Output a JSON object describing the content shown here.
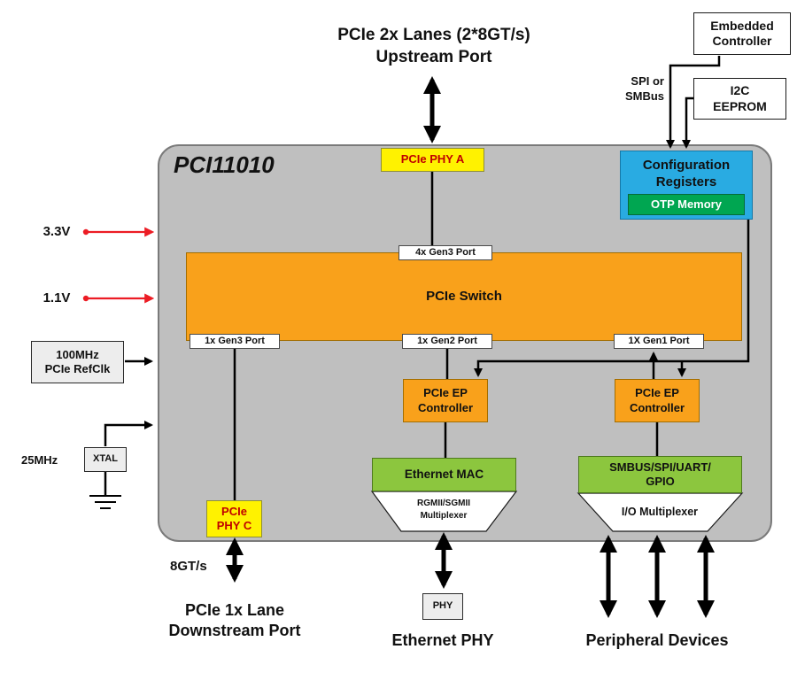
{
  "colors": {
    "chip_bg": "#bfbfbf",
    "orange": "#F9A11B",
    "yellow": "#FFF200",
    "blue": "#29ABE2",
    "green_otp": "#00A651",
    "green_block": "#8CC63E",
    "red_accent": "#EC1C24",
    "phy_text": "#c00000"
  },
  "chip": {
    "title": "PCI11010"
  },
  "upstream": {
    "label": "PCIe 2x Lanes (2*8GT/s)\nUpstream Port"
  },
  "external": {
    "embedded_controller": "Embedded\nController",
    "i2c_eeprom": "I2C\nEEPROM",
    "spi_smbus": "SPI or\nSMBus",
    "refclk": "100MHz\nPCIe RefClk",
    "xtal": "XTAL",
    "xtal_freq": "25MHz",
    "v33": "3.3V",
    "v11": "1.1V",
    "gt8": "8GT/s",
    "downstream": "PCIe 1x Lane\nDownstream Port",
    "phy": "PHY",
    "ethernet_phy": "Ethernet PHY",
    "peripheral_devices": "Peripheral Devices"
  },
  "blocks": {
    "phy_a": "PCIe PHY A",
    "phy_c": "PCIe\nPHY C",
    "config_registers": "Configuration\nRegisters",
    "otp": "OTP Memory",
    "switch": "PCIe Switch",
    "port_4x_gen3": "4x Gen3 Port",
    "port_1x_gen3": "1x Gen3 Port",
    "port_1x_gen2": "1x Gen2 Port",
    "port_1x_gen1": "1X Gen1 Port",
    "ep_center": "PCIe EP\nController",
    "ep_right": "PCIe EP\nController",
    "ethernet_mac": "Ethernet MAC",
    "rgmii_mux": "RGMII/SGMII\nMultiplexer",
    "smbus_gpio": "SMBUS/SPI/UART/\nGPIO",
    "io_mux": "I/O Multiplexer"
  }
}
